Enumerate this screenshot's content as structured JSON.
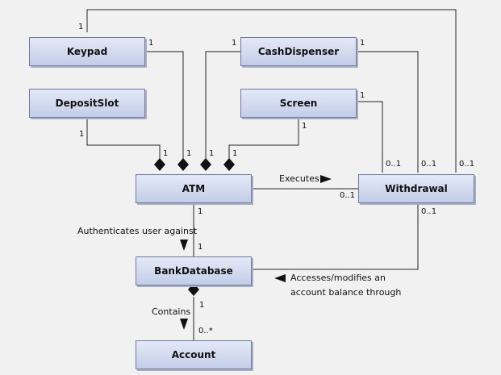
{
  "classes": {
    "keypad": "Keypad",
    "cash_dispenser": "CashDispenser",
    "deposit_slot": "DepositSlot",
    "screen": "Screen",
    "atm": "ATM",
    "withdrawal": "Withdrawal",
    "bank_database": "BankDatabase",
    "account": "Account"
  },
  "associations": {
    "executes": "Executes",
    "authenticates": "Authenticates user against",
    "accesses_line1": "Accesses/modifies an",
    "accesses_line2": "account balance through",
    "contains": "Contains"
  },
  "multiplicities": {
    "one": "1",
    "zero_or_one": "0..1",
    "zero_or_more": "0..*"
  },
  "colors": {
    "line": "#222222",
    "box_top": "#e3e9f6",
    "box_bottom": "#c3cde8"
  }
}
